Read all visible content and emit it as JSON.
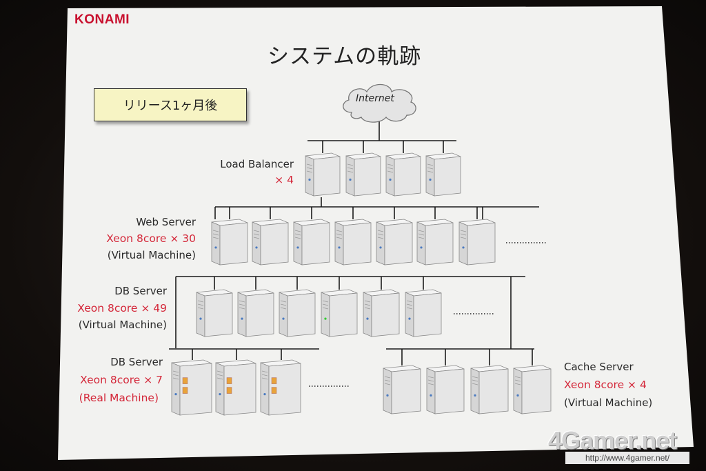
{
  "slide": {
    "brand": "KONAMI",
    "title": "システムの軌跡",
    "badge": "リリース1ヶ月後",
    "internet_label": "Internet"
  },
  "tiers": {
    "load_balancer": {
      "name": "Load Balancer",
      "count": "× 4"
    },
    "web_server": {
      "name": "Web Server",
      "spec": "Xeon 8core × 30",
      "type": "(Virtual Machine)"
    },
    "db_server_vm": {
      "name": "DB Server",
      "spec": "Xeon 8core × 49",
      "type": "(Virtual Machine)"
    },
    "db_server_real": {
      "name": "DB Server",
      "spec": "Xeon 8core × 7",
      "type": "(Real Machine)"
    },
    "cache_server": {
      "name": "Cache Server",
      "spec": "Xeon 8core × 4",
      "type": "(Virtual Machine)"
    }
  },
  "watermark": {
    "site": "4Gamer.net",
    "url": "http://www.4gamer.net/"
  },
  "colors": {
    "brand_red": "#c8102e",
    "spec_red": "#d4283a",
    "badge_fill": "#f7f4c4",
    "slide_bg": "#f2f2f0",
    "line": "#1a1a1a"
  }
}
